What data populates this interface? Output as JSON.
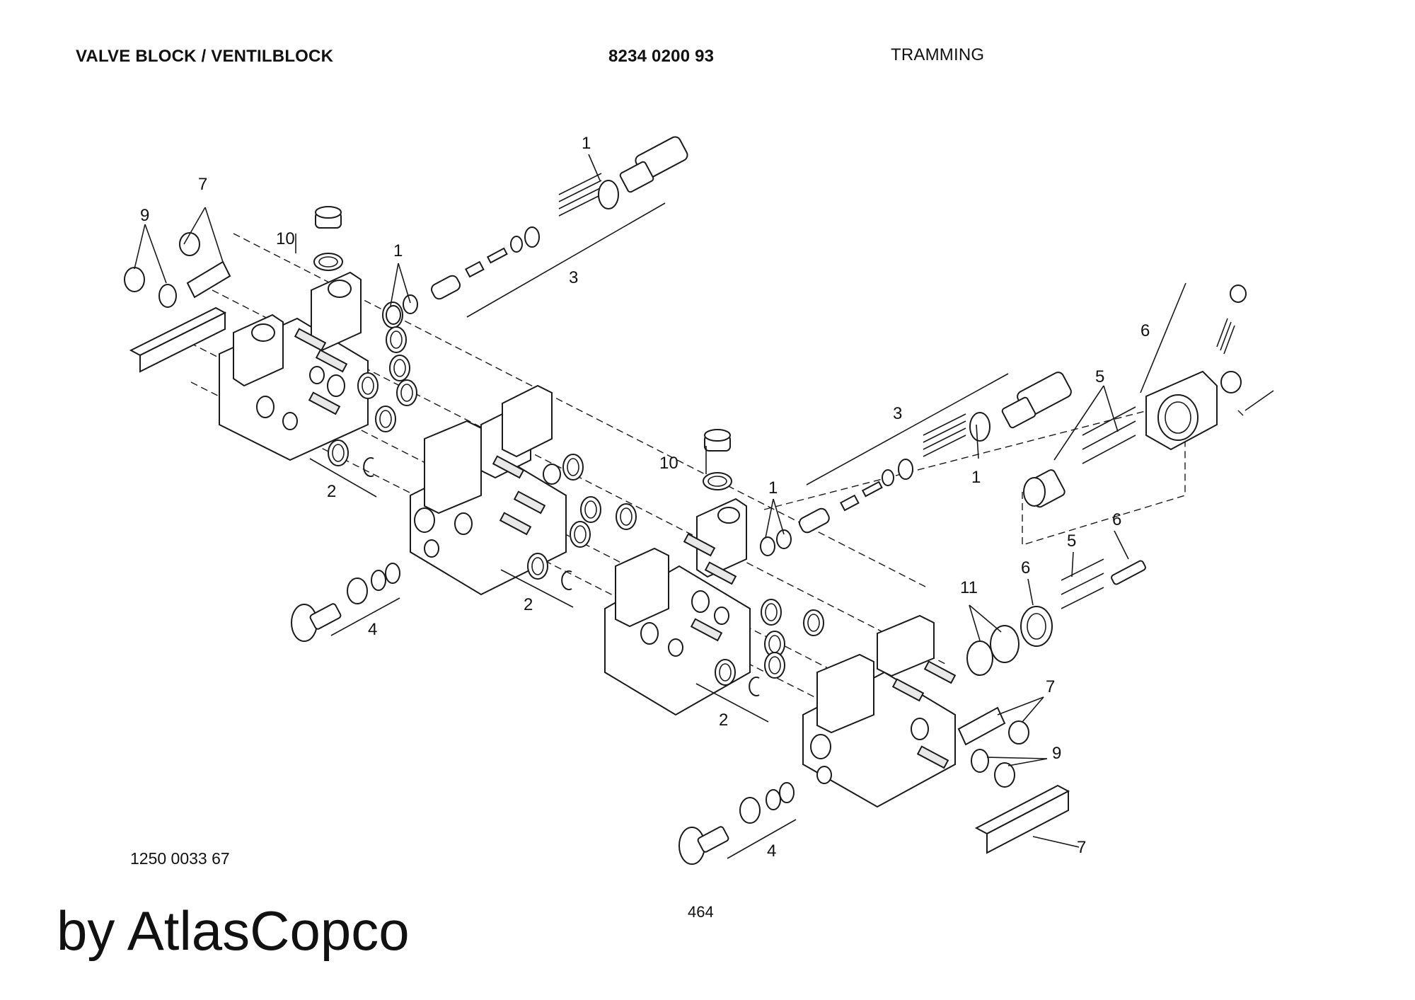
{
  "header": {
    "title": "VALVE BLOCK / VENTILBLOCK",
    "part_number": "8234 0200 93",
    "section": "TRAMMING"
  },
  "footer": {
    "drawing_number": "1250 0033 67",
    "page_number": "464",
    "brand": "by AtlasCopco"
  },
  "callouts": {
    "c1a": "1",
    "c1b": "1",
    "c1c": "1",
    "c1d": "1",
    "c2a": "2",
    "c2b": "2",
    "c2c": "2",
    "c3a": "3",
    "c3b": "3",
    "c4a": "4",
    "c4b": "4",
    "c5a": "5",
    "c5b": "5",
    "c6a": "6",
    "c6b": "6",
    "c6c": "6",
    "c7a": "7",
    "c7b": "7",
    "c7c": "7",
    "c9a": "9",
    "c9b": "9",
    "c10a": "10",
    "c10b": "10",
    "c11": "11"
  }
}
